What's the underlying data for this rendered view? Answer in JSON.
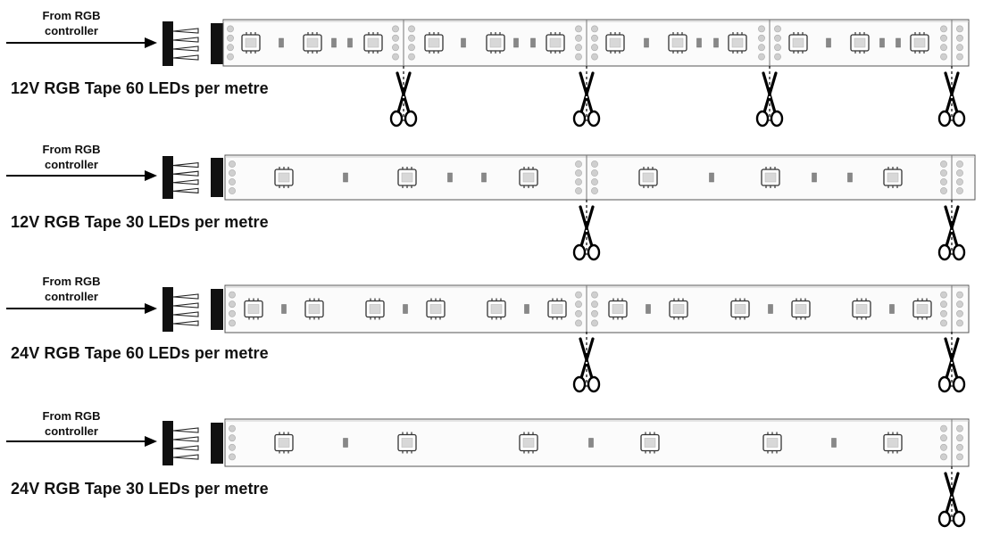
{
  "rows": [
    {
      "from_label_line1": "From RGB",
      "from_label_line2": "controller",
      "title": "12V RGB Tape 60 LEDs per metre"
    },
    {
      "from_label_line1": "From RGB",
      "from_label_line2": "controller",
      "title": "12V RGB Tape 30 LEDs per metre"
    },
    {
      "from_label_line1": "From RGB",
      "from_label_line2": "controller",
      "title": "24V RGB Tape 60 LEDs per metre"
    },
    {
      "from_label_line1": "From RGB",
      "from_label_line2": "controller",
      "title": "24V RGB Tape 30 LEDs per metre"
    }
  ]
}
